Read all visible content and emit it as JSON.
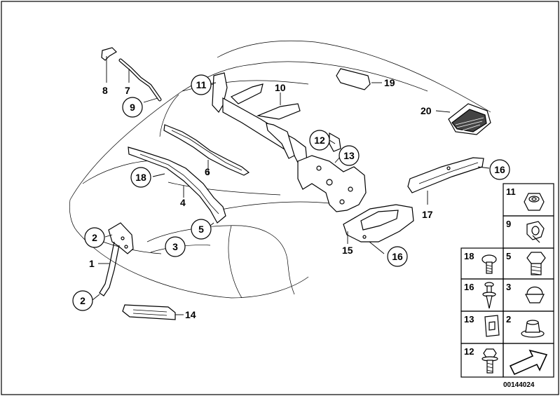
{
  "callouts": {
    "c1": "1",
    "c2a": "2",
    "c2b": "2",
    "c3": "3",
    "c4": "4",
    "c5": "5",
    "c6": "6",
    "c7": "7",
    "c8": "8",
    "c9": "9",
    "c10": "10",
    "c11": "11",
    "c12": "12",
    "c13": "13",
    "c14": "14",
    "c15": "15",
    "c16a": "16",
    "c16b": "16",
    "c17": "17",
    "c18": "18",
    "c19": "19",
    "c20": "20"
  },
  "legend": {
    "l11": "11",
    "l9": "9",
    "l18": "18",
    "l5": "5",
    "l16": "16",
    "l3": "3",
    "l13": "13",
    "l2": "2",
    "l12": "12"
  },
  "reference_number": "00144024",
  "colors": {
    "line": "#000000",
    "background": "#ffffff",
    "fill": "#ffffff"
  }
}
